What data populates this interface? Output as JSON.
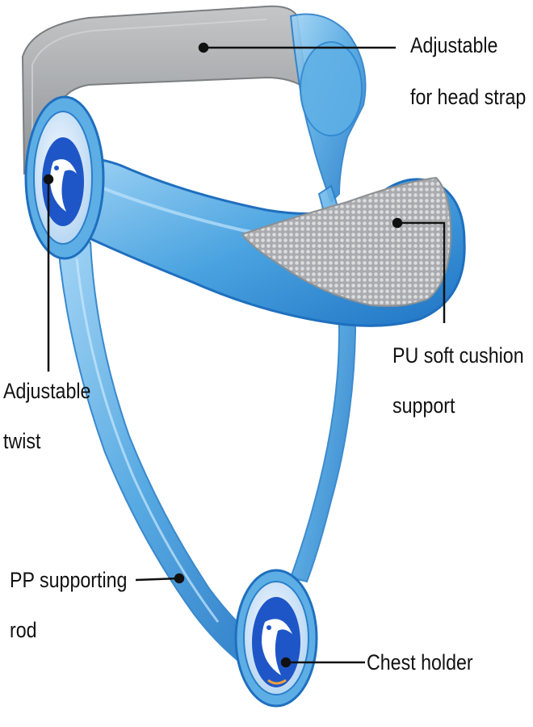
{
  "labels": {
    "head_strap_line1": "Adjustable",
    "head_strap_line2": "for head strap",
    "cushion_line1": "PU soft cushion",
    "cushion_line2": "support",
    "twist_line1": "Adjustable",
    "twist_line2": "twist",
    "rod_line1": "PP supporting",
    "rod_line2": "rod",
    "chest": "Chest holder"
  },
  "colors": {
    "frame_blue": "#3f9ad8",
    "frame_light": "#86c6f0",
    "frame_dark": "#1a6bb8",
    "strap_gray": "#a7a9ac",
    "cushion_gray": "#b9bbbd",
    "logo_blue": "#1e56c8",
    "leader_line": "#111111"
  },
  "icons": {
    "side_knob": "dolphin-logo-icon",
    "chest_knob": "dolphin-logo-icon"
  }
}
